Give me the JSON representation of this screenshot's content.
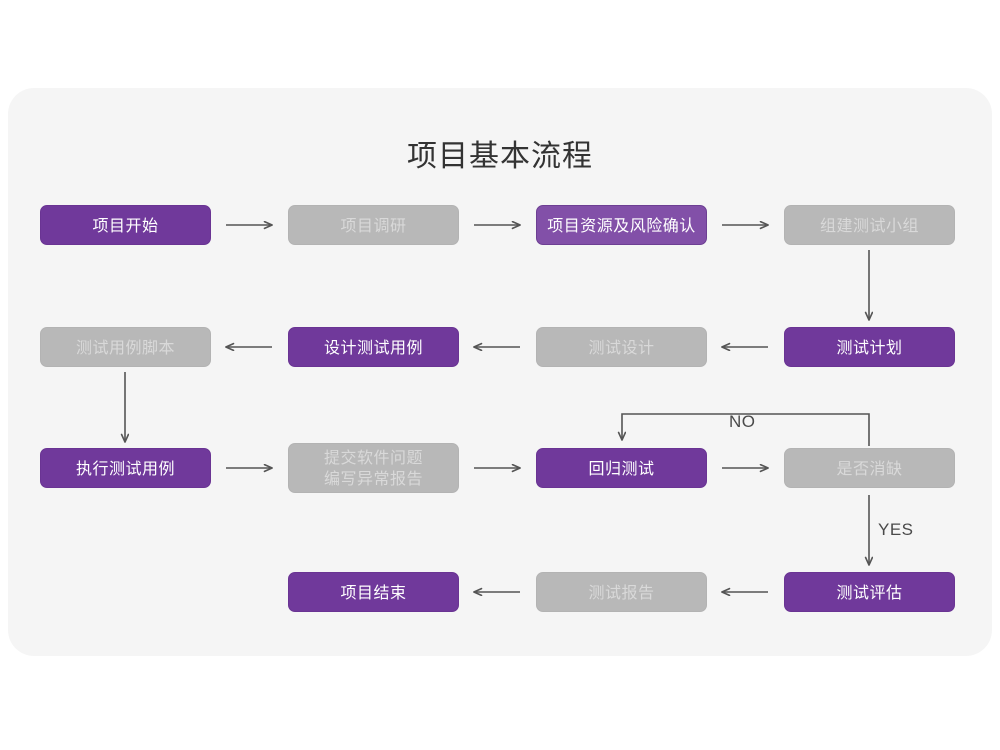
{
  "page": {
    "background": "#ffffff",
    "canvas_color": "#f5f5f5",
    "title": "项目基本流程"
  },
  "colors": {
    "purple": "#70399B",
    "purple_soft": "#8250A8",
    "gray": "#B8B8B8",
    "gray_text": "#D9D9D9",
    "arrow": "#555555",
    "title_text": "#333333"
  },
  "chart_data": {
    "type": "diagram",
    "title": "项目基本流程",
    "nodes": [
      {
        "id": "n1",
        "label": "项目开始",
        "style": "purple",
        "row": 1,
        "col": 1
      },
      {
        "id": "n2",
        "label": "项目调研",
        "style": "gray",
        "row": 1,
        "col": 2
      },
      {
        "id": "n3",
        "label": "项目资源及风险确认",
        "style": "purple-soft",
        "row": 1,
        "col": 3
      },
      {
        "id": "n4",
        "label": "组建测试小组",
        "style": "gray",
        "row": 1,
        "col": 4
      },
      {
        "id": "n5",
        "label": "测试用例脚本",
        "style": "gray",
        "row": 2,
        "col": 1
      },
      {
        "id": "n6",
        "label": "设计测试用例",
        "style": "purple",
        "row": 2,
        "col": 2
      },
      {
        "id": "n7",
        "label": "测试设计",
        "style": "gray",
        "row": 2,
        "col": 3
      },
      {
        "id": "n8",
        "label": "测试计划",
        "style": "purple",
        "row": 2,
        "col": 4
      },
      {
        "id": "n9",
        "label": "执行测试用例",
        "style": "purple",
        "row": 3,
        "col": 1
      },
      {
        "id": "n10",
        "label": "提交软件问题\n编写异常报告",
        "style": "gray",
        "row": 3,
        "col": 2
      },
      {
        "id": "n11",
        "label": "回归测试",
        "style": "purple",
        "row": 3,
        "col": 3
      },
      {
        "id": "n12",
        "label": "是否消缺",
        "style": "gray",
        "row": 3,
        "col": 4
      },
      {
        "id": "n13",
        "label": "项目结束",
        "style": "purple",
        "row": 4,
        "col": 2
      },
      {
        "id": "n14",
        "label": "测试报告",
        "style": "gray",
        "row": 4,
        "col": 3
      },
      {
        "id": "n15",
        "label": "测试评估",
        "style": "purple",
        "row": 4,
        "col": 4
      }
    ],
    "edges": [
      {
        "from": "n1",
        "to": "n2",
        "label": "",
        "direction": "right"
      },
      {
        "from": "n2",
        "to": "n3",
        "label": "",
        "direction": "right"
      },
      {
        "from": "n3",
        "to": "n4",
        "label": "",
        "direction": "right"
      },
      {
        "from": "n4",
        "to": "n8",
        "label": "",
        "direction": "down"
      },
      {
        "from": "n8",
        "to": "n7",
        "label": "",
        "direction": "left"
      },
      {
        "from": "n7",
        "to": "n6",
        "label": "",
        "direction": "left"
      },
      {
        "from": "n6",
        "to": "n5",
        "label": "",
        "direction": "left"
      },
      {
        "from": "n5",
        "to": "n9",
        "label": "",
        "direction": "down"
      },
      {
        "from": "n9",
        "to": "n10",
        "label": "",
        "direction": "right"
      },
      {
        "from": "n10",
        "to": "n11",
        "label": "",
        "direction": "right"
      },
      {
        "from": "n11",
        "to": "n12",
        "label": "",
        "direction": "right"
      },
      {
        "from": "n12",
        "to": "n11",
        "label": "NO",
        "direction": "loop-up-left"
      },
      {
        "from": "n12",
        "to": "n15",
        "label": "YES",
        "direction": "down"
      },
      {
        "from": "n15",
        "to": "n14",
        "label": "",
        "direction": "left"
      },
      {
        "from": "n14",
        "to": "n13",
        "label": "",
        "direction": "left"
      }
    ],
    "edge_labels": [
      "NO",
      "YES"
    ]
  }
}
